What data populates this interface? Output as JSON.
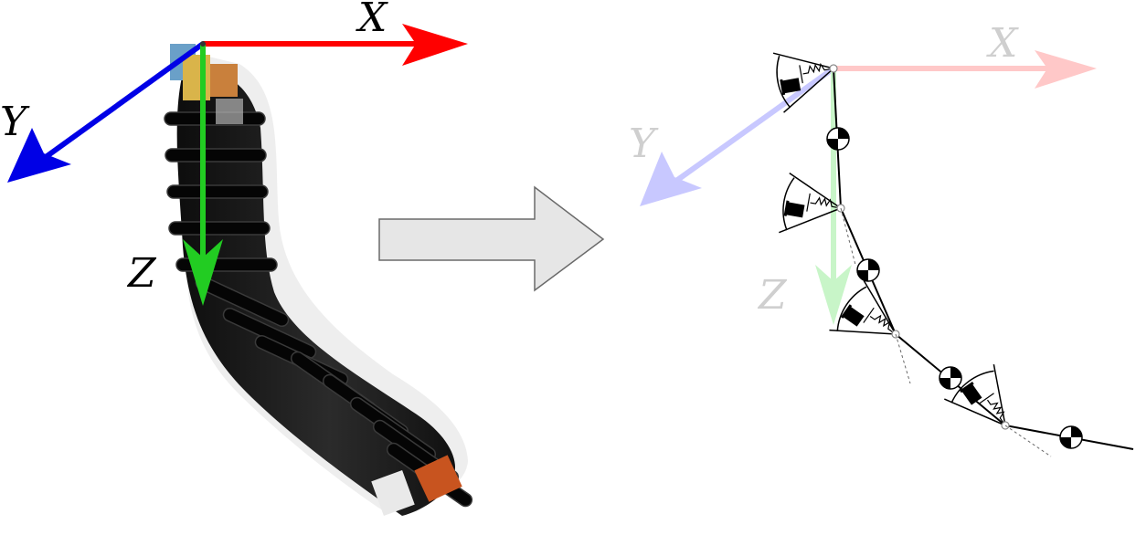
{
  "left_panel": {
    "axes": {
      "x_label": "X",
      "y_label": "Y",
      "z_label": "Z"
    }
  },
  "right_panel": {
    "axes": {
      "x_label": "X",
      "y_label": "Y",
      "z_label": "Z"
    },
    "segments": 4,
    "joints_with_balls": 4
  },
  "colors": {
    "x_axis": "#ff0000",
    "y_axis": "#0000e6",
    "z_axis": "#22cc22",
    "x_axis_faded": "#ffc8c8",
    "y_axis_faded": "#c8c8ff",
    "z_axis_faded": "#c8f5c8",
    "faded_label": "#cfcfcf",
    "body": "#1a1a1a",
    "arrow_fill": "#e6e6e6",
    "arrow_stroke": "#6a6a6a"
  }
}
